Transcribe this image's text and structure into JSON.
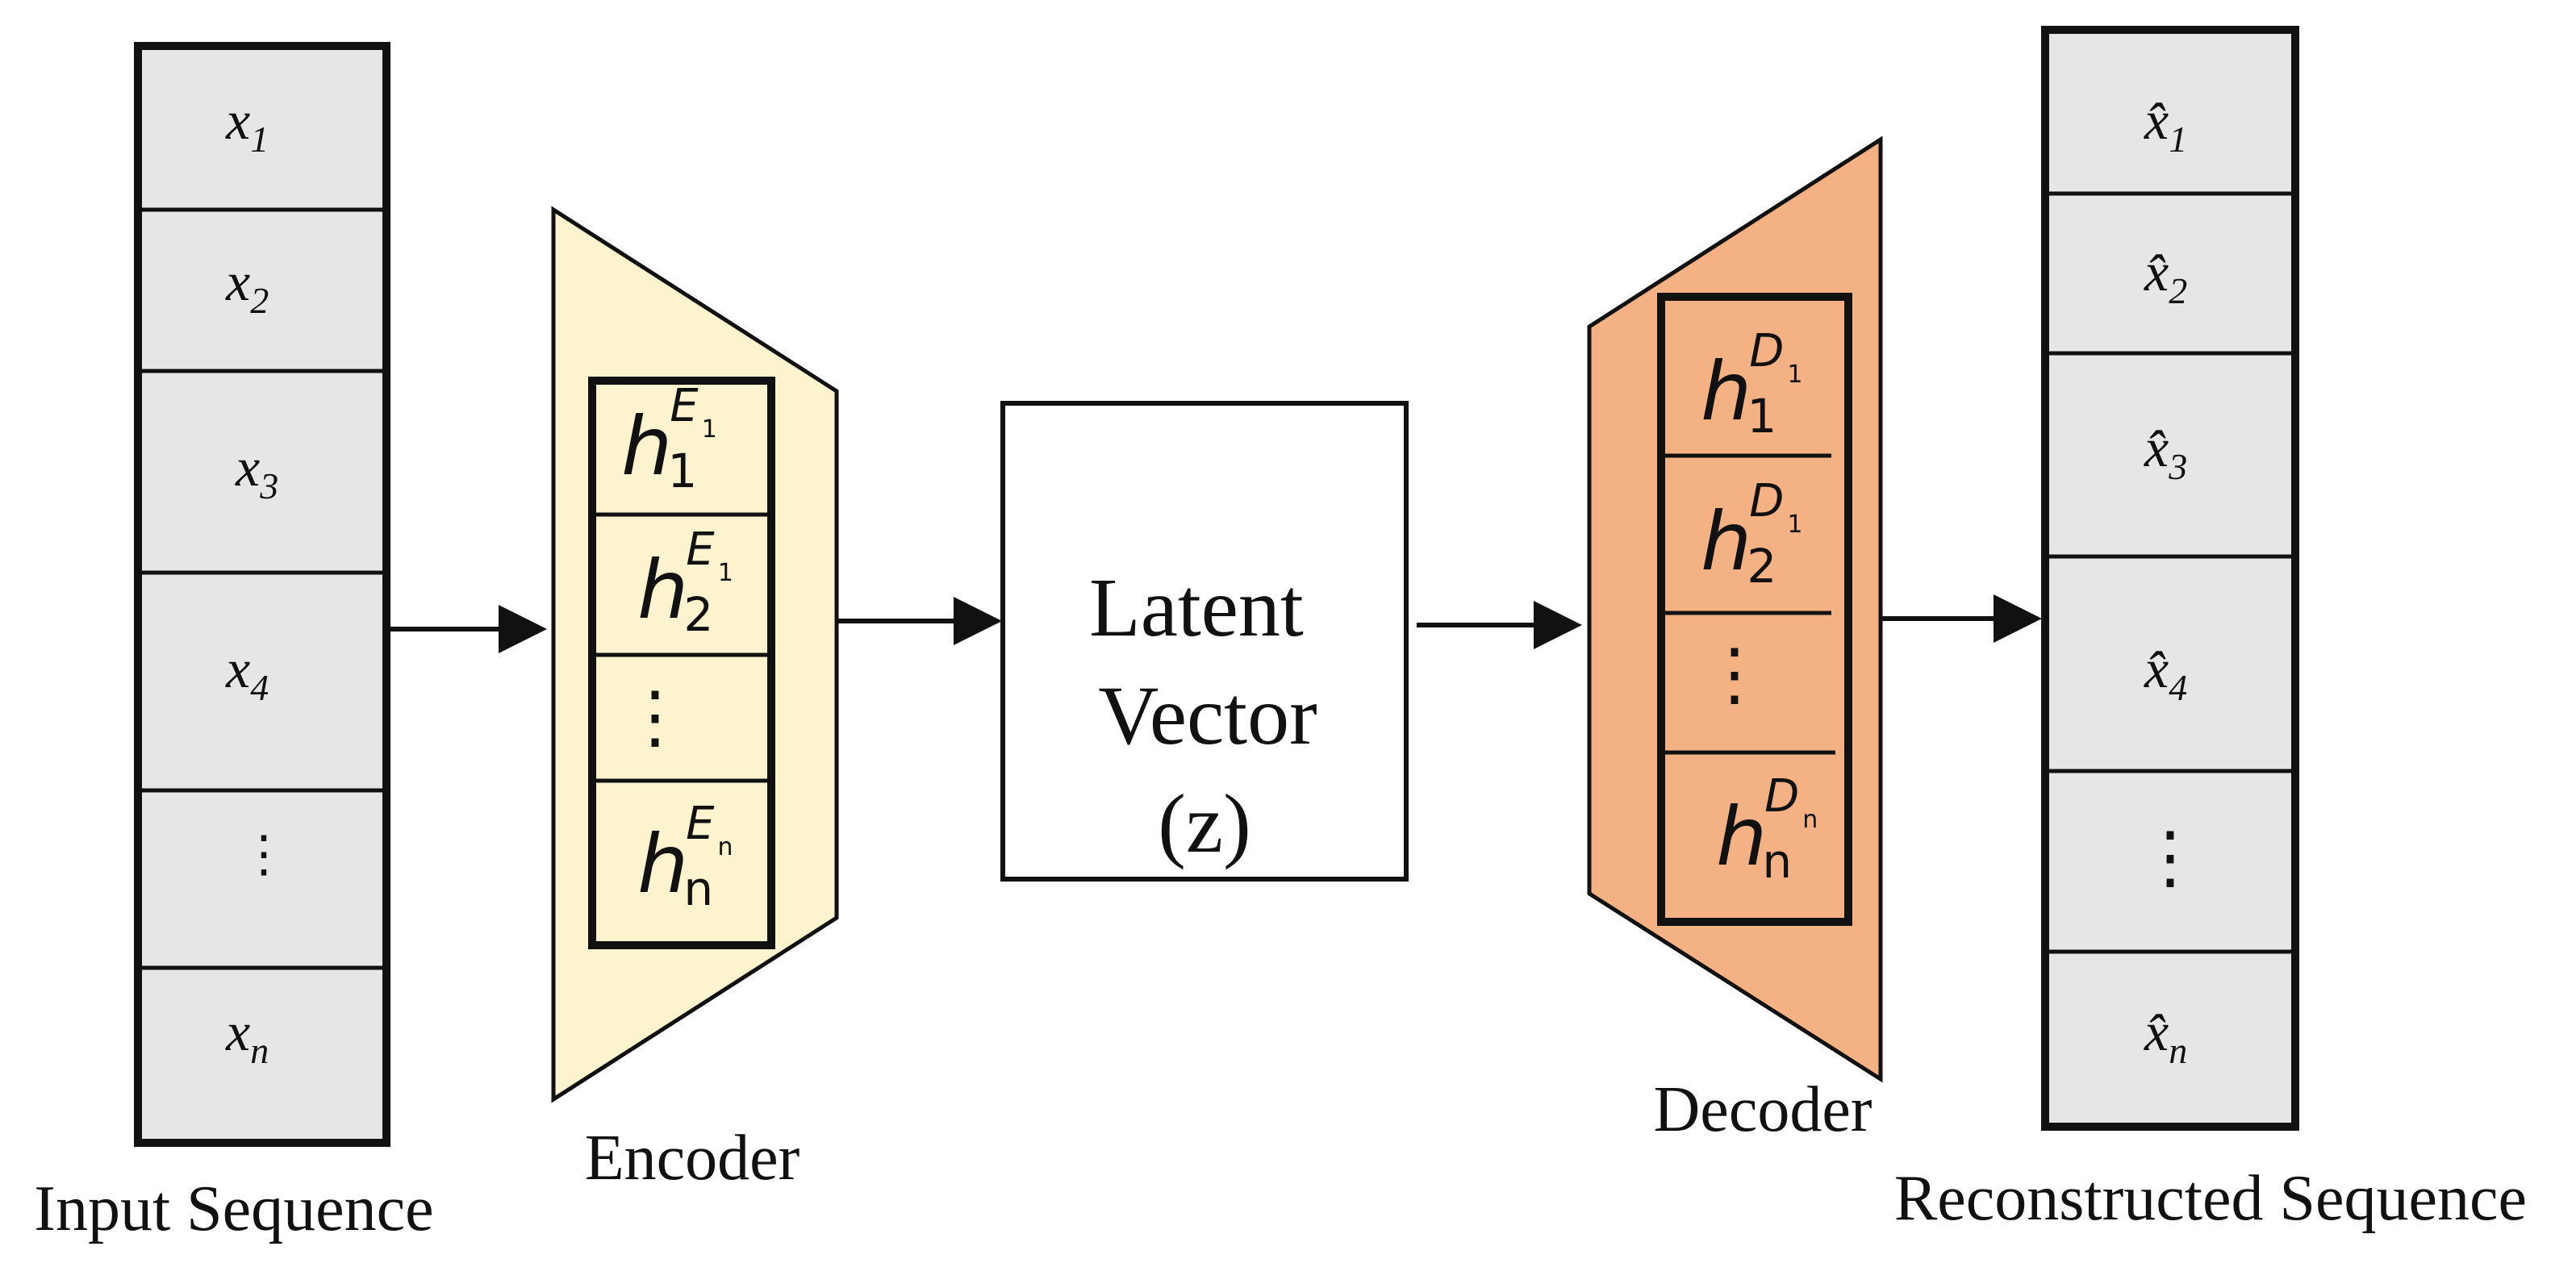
{
  "input": {
    "label": "Input Sequence",
    "cells": [
      {
        "var": "x",
        "sub": "1"
      },
      {
        "var": "x",
        "sub": "2"
      },
      {
        "var": "x",
        "sub": "3"
      },
      {
        "var": "x",
        "sub": "4"
      },
      {
        "dots": "⋮"
      },
      {
        "var": "x",
        "sub": "n"
      }
    ]
  },
  "encoder": {
    "label": "Encoder",
    "fill": "#fef3cf",
    "cells": [
      {
        "var": "h",
        "sub": "1",
        "sup": "E",
        "sup_index": "1"
      },
      {
        "var": "h",
        "sub": "2",
        "sup": "E",
        "sup_index": "1"
      },
      {
        "dots": "⋮"
      },
      {
        "var": "h",
        "sub": "n",
        "sup": "E",
        "sup_index": "n"
      }
    ]
  },
  "latent": {
    "line1": "Latent",
    "line2": "Vector",
    "line3": "(z)"
  },
  "decoder": {
    "label": "Decoder",
    "fill": "#f4b184",
    "cells": [
      {
        "var": "h",
        "sub": "1",
        "sup": "D",
        "sup_index": "1"
      },
      {
        "var": "h",
        "sub": "2",
        "sup": "D",
        "sup_index": "1"
      },
      {
        "dots": "⋮"
      },
      {
        "var": "h",
        "sub": "n",
        "sup": "D",
        "sup_index": "n"
      }
    ]
  },
  "output": {
    "label": "Reconstructed Sequence",
    "cells": [
      {
        "var": "x̂",
        "sub": "1"
      },
      {
        "var": "x̂",
        "sub": "2"
      },
      {
        "var": "x̂",
        "sub": "3"
      },
      {
        "var": "x̂",
        "sub": "4"
      },
      {
        "dots": "⋮"
      },
      {
        "var": "x̂",
        "sub": "n"
      }
    ]
  },
  "colors": {
    "sequence_fill": "#e6e6e6",
    "stroke": "#111111"
  }
}
